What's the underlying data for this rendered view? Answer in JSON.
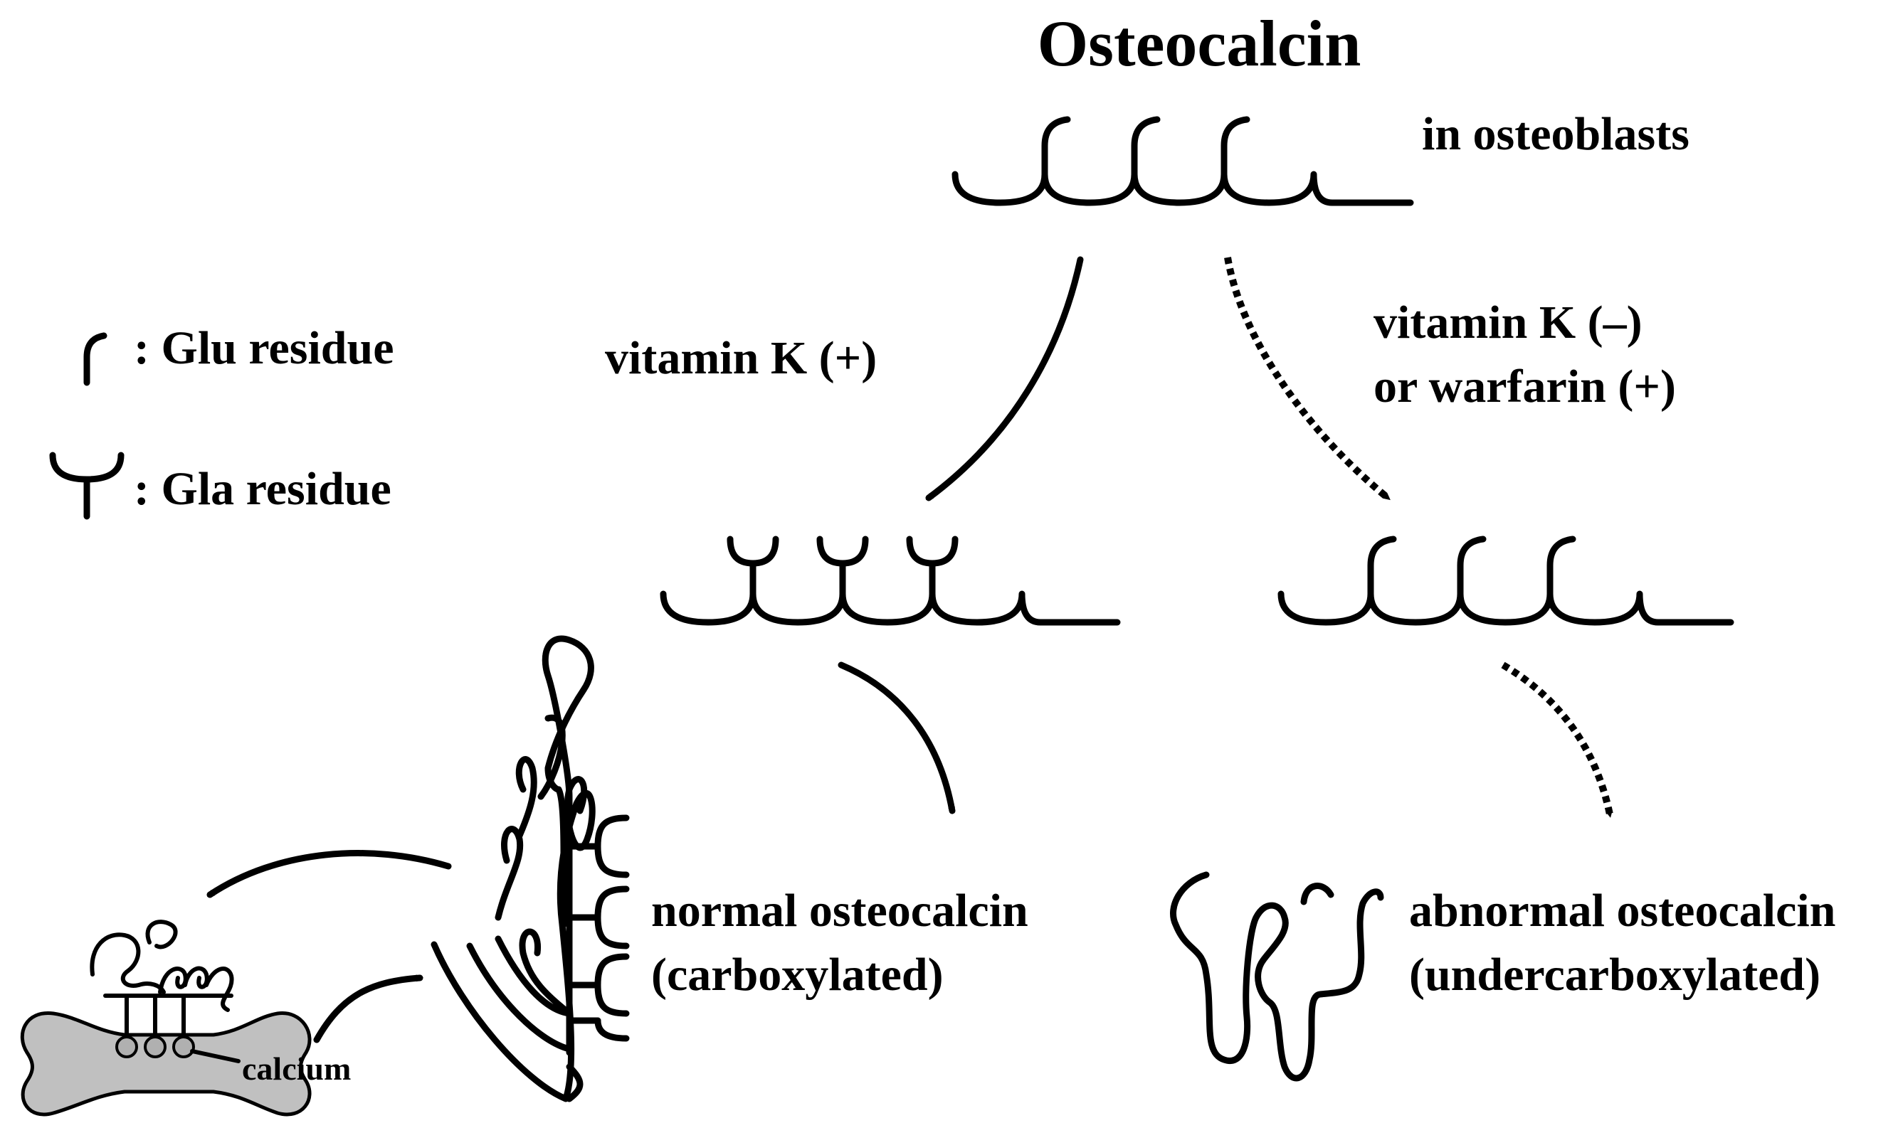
{
  "title": "Osteocalcin",
  "labels": {
    "in_osteoblasts": "in osteoblasts",
    "vitamin_k_plus": "vitamin K (+)",
    "vitamin_k_minus_line1": "vitamin K (–)",
    "vitamin_k_minus_line2": "or warfarin (+)",
    "normal_line1": "normal osteocalcin",
    "normal_line2": "(carboxylated)",
    "abnormal_line1": "abnormal osteocalcin",
    "abnormal_line2": "(undercarboxylated)",
    "calcium": "calcium"
  },
  "legend": [
    {
      "icon": "glu-residue-icon",
      "text": ": Glu residue"
    },
    {
      "icon": "gla-residue-icon",
      "text": ": Gla residue"
    }
  ],
  "colors": {
    "ink": "#000000",
    "bone": "#c0c0c0",
    "background": "#ffffff"
  }
}
